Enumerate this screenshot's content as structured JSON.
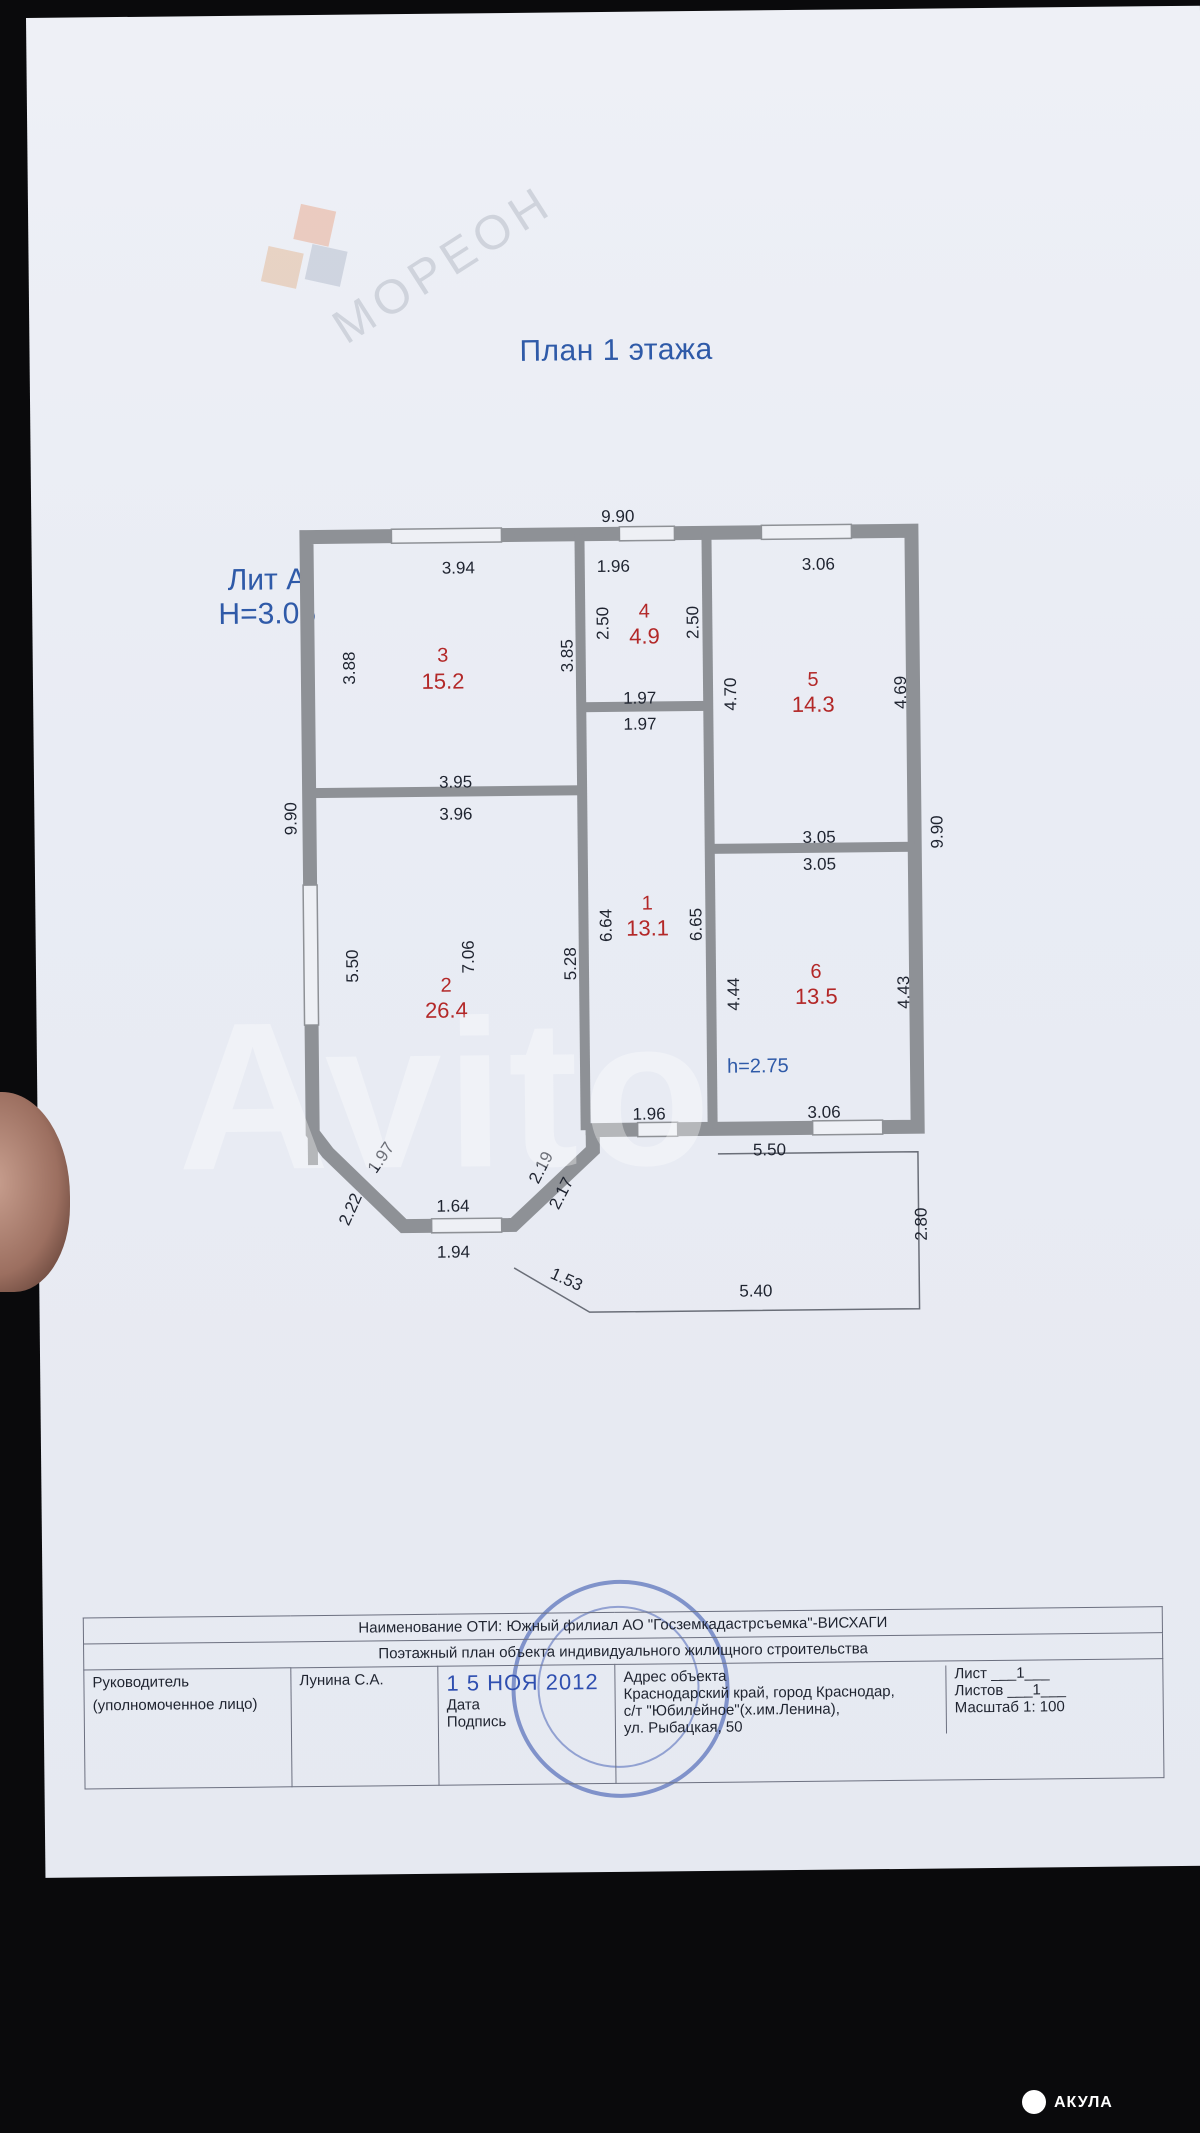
{
  "watermarks": {
    "moreon": "МОРЕОН",
    "avito": "Avito",
    "akula": "АКУЛА"
  },
  "plan": {
    "title": "План 1 этажа",
    "lit": "Лит А",
    "height": "H=3.05",
    "sub_height": "h=2.75",
    "rooms": [
      {
        "num": "1",
        "area": "13.1"
      },
      {
        "num": "2",
        "area": "26.4"
      },
      {
        "num": "3",
        "area": "15.2"
      },
      {
        "num": "4",
        "area": "4.9"
      },
      {
        "num": "5",
        "area": "14.3"
      },
      {
        "num": "6",
        "area": "13.5"
      }
    ],
    "dims": {
      "top_total": "9.90",
      "left_total": "9.90",
      "right_total": "9.90",
      "r3_top": "3.94",
      "r3_left": "3.88",
      "r3_right": "3.85",
      "r3_bottom": "3.95",
      "r4_top": "1.96",
      "r4_left": "2.50",
      "r4_right": "2.50",
      "r4_bottom_a": "1.97",
      "r4_bottom_b": "1.97",
      "r5_top": "3.06",
      "r5_left": "4.70",
      "r5_right": "4.69",
      "r5_bottom": "3.05",
      "r2_top": "3.96",
      "r2_left": "5.50",
      "r2_mid": "7.06",
      "r2_right": "5.28",
      "r1_left": "6.64",
      "r1_right": "6.65",
      "r1_bottom": "1.96",
      "r6_top": "3.05",
      "r6_left": "4.44",
      "r6_right": "4.43",
      "r6_bottom": "3.06",
      "bay_1": "1.97",
      "bay_2": "2.22",
      "bay_3": "1.64",
      "bay_4": "1.94",
      "bay_5": "2.19",
      "bay_6": "2.17",
      "porch_top": "5.50",
      "porch_right": "2.80",
      "porch_diag": "1.53",
      "porch_bottom": "5.40"
    }
  },
  "table": {
    "row1": "Наименование ОТИ: Южный филиал АО \"Госземкадастрсъемка\"-ВИСХАГИ",
    "row2": "Поэтажный план объекта индивидуального жилищного строительства",
    "head_label": "Руководитель",
    "head_sub": "(уполномоченное лицо)",
    "head_name": "Лунина С.А.",
    "date_label": "Дата",
    "sign_label": "Подпись",
    "date_value": "1 5 НОЯ 2012",
    "addr_label": "Адрес объекта",
    "addr_1": "Краснодарский край, город Краснодар,",
    "addr_2": "с/т \"Юбилейное\"(х.им.Ленина),",
    "addr_3": "ул. Рыбацкая, 50",
    "sheet_label": "Лист",
    "sheet_val": "___1___",
    "sheets_label": "Листов",
    "sheets_val": "___1___",
    "scale": "Масштаб 1: 100"
  },
  "colors": {
    "wall": "#8e9196",
    "title": "#2f5aa8",
    "room_label": "#b32828"
  }
}
